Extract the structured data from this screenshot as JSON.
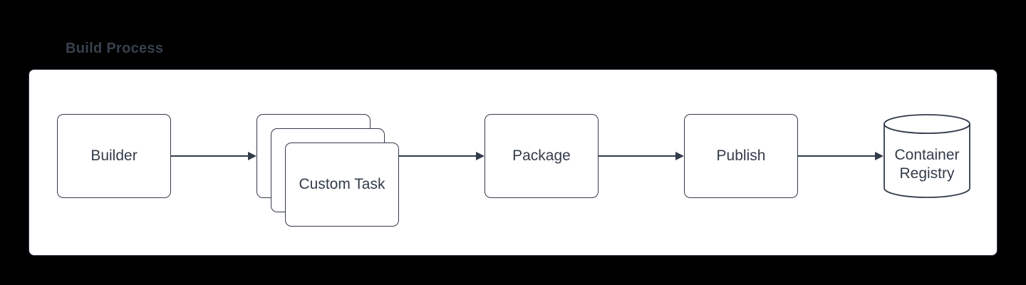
{
  "title": "Build Process",
  "colors": {
    "background": "#000000",
    "panel_fill": "#ffffff",
    "shape_fill": "#ffffff",
    "stroke": "#333b4a",
    "text": "#333b4a",
    "title_text": "#38414e"
  },
  "nodes": [
    {
      "id": "builder",
      "type": "process",
      "label": "Builder"
    },
    {
      "id": "custom-task",
      "type": "stacked-process",
      "label": "Custom Task"
    },
    {
      "id": "package",
      "type": "process",
      "label": "Package"
    },
    {
      "id": "publish",
      "type": "process",
      "label": "Publish"
    },
    {
      "id": "container-registry",
      "type": "database-cylinder",
      "label": "Container Registry",
      "line1": "Container",
      "line2": "Registry"
    }
  ],
  "edges": [
    {
      "from": "builder",
      "to": "custom-task"
    },
    {
      "from": "custom-task",
      "to": "package"
    },
    {
      "from": "package",
      "to": "publish"
    },
    {
      "from": "publish",
      "to": "container-registry"
    }
  ]
}
